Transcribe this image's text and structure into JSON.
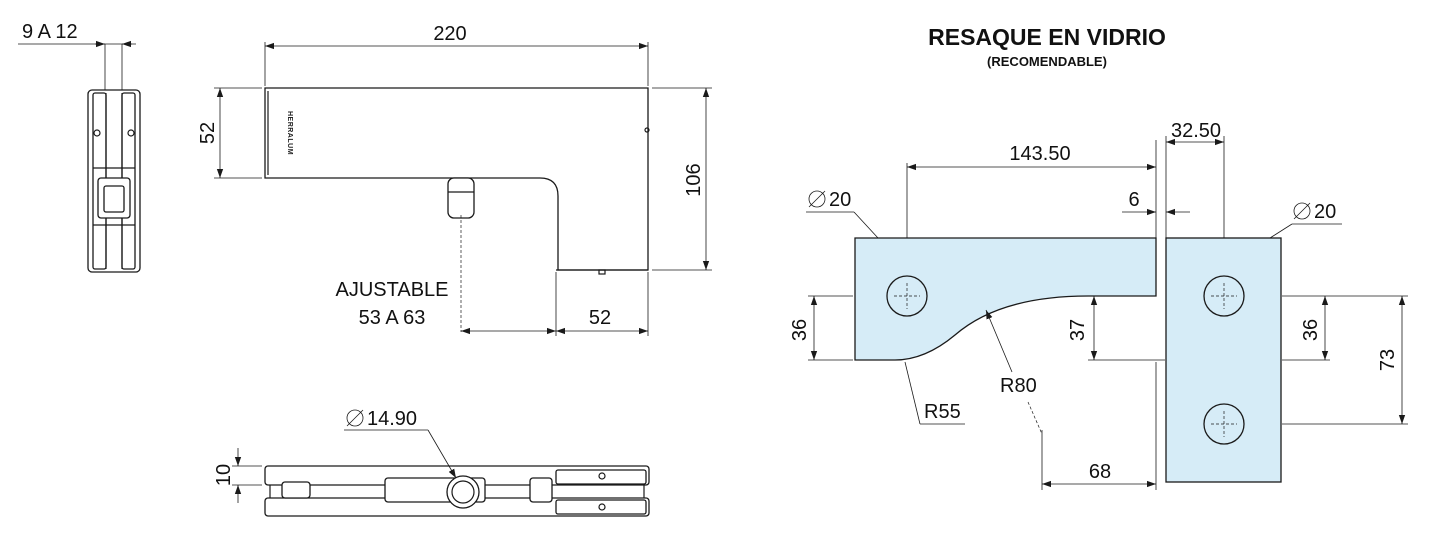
{
  "header": {
    "title": "RESAQUE EN VIDRIO",
    "subtitle": "(RECOMENDABLE)"
  },
  "brand_mark": "HERRALUM",
  "side_view": {
    "thickness_label": "9 A 12"
  },
  "front_view": {
    "width_label": "220",
    "arm_height_label": "52",
    "total_height_label": "106",
    "adjustable_label": "AJUSTABLE",
    "adjustable_range_label": "53 A 63",
    "leg_width_label": "52"
  },
  "bottom_view": {
    "height_label": "10",
    "pivot_diameter_label": "14.90"
  },
  "glass_notch": {
    "length_label": "143.50",
    "offset_label": "32.50",
    "gap_label": "6",
    "hole_left_label": "20",
    "hole_right_label": "20",
    "left_height_label": "36",
    "notch_height_label": "37",
    "right_height_label": "36",
    "right_total_label": "73",
    "radius_small_label": "R55",
    "radius_large_label": "R80",
    "bottom_offset_label": "68"
  },
  "colors": {
    "glass_fill": "#d6ecf7",
    "line": "#1a1a1a"
  }
}
